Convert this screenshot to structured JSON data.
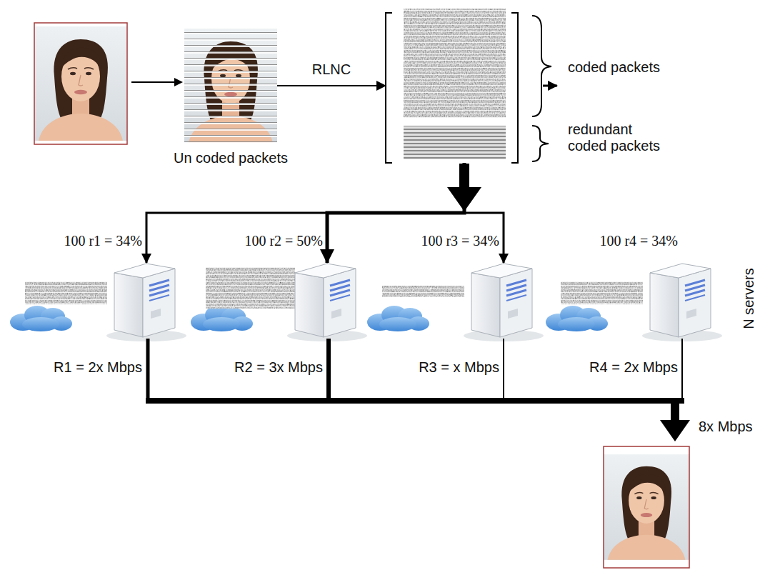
{
  "diagram": {
    "nodes": [
      {
        "text": [
          "Un coded packets"
        ]
      },
      {
        "text": [
          "coded packets",
          "redundant coded packets"
        ]
      },
      {
        "text": [
          "100 r1 = 34%",
          "R1 = 2x Mbps"
        ]
      },
      {
        "text": [
          "100 r2 = 50%",
          "R2 = 3x Mbps"
        ]
      },
      {
        "text": [
          "100 r3 = 34%",
          "R3 = x Mbps"
        ]
      },
      {
        "text": [
          "100 r4 = 34%",
          "R4 = 2x Mbps"
        ]
      }
    ],
    "edges": [
      {
        "from": 0,
        "to": 1,
        "label": "RLNC",
        "arrow": "to"
      },
      {
        "from": 1,
        "to": 2,
        "arrow": "to"
      },
      {
        "from": 1,
        "to": 3,
        "arrow": "to"
      },
      {
        "from": 1,
        "to": 4,
        "arrow": "to"
      },
      {
        "from": 1,
        "to": 5,
        "arrow": "to"
      }
    ],
    "labels": [
      "N servers",
      "8x Mbps"
    ]
  }
}
